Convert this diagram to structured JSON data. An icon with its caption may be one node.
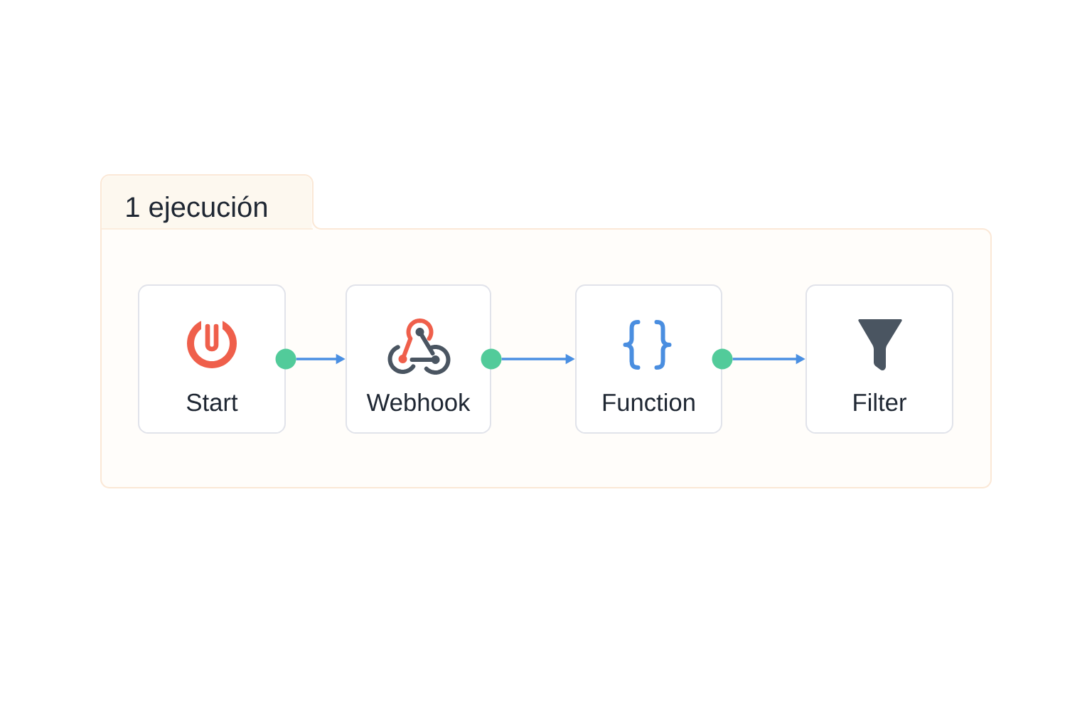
{
  "diagram": {
    "nodes": [
      {
        "text": [
          "1 ejecución"
        ]
      },
      {
        "text": [
          "Start"
        ],
        "in": 0
      },
      {
        "text": [
          "Webhook"
        ],
        "in": 0
      },
      {
        "text": [
          "Function"
        ],
        "in": 0
      },
      {
        "text": [
          "Filter"
        ],
        "in": 0
      }
    ],
    "edges": [
      {
        "from": 1,
        "to": 2,
        "arrow": "to"
      },
      {
        "from": 2,
        "to": 3,
        "arrow": "to"
      },
      {
        "from": 3,
        "to": 4,
        "arrow": "to"
      }
    ]
  }
}
